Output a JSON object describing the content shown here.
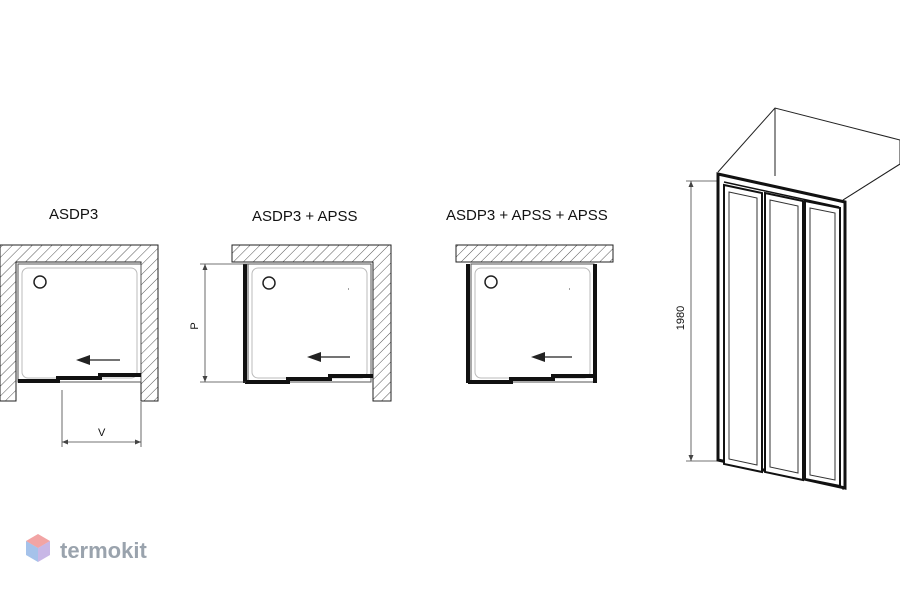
{
  "diagrams": [
    {
      "title": "ASDP3",
      "dimension_label": "V"
    },
    {
      "title": "ASDP3 + APSS",
      "dimension_label": "P"
    },
    {
      "title": "ASDP3 + APSS + APSS"
    }
  ],
  "elevation": {
    "height_label": "1980"
  },
  "watermark": {
    "text": "termokit",
    "colors": [
      "#e85a5a",
      "#5b8fd9",
      "#9b7bd1"
    ]
  }
}
